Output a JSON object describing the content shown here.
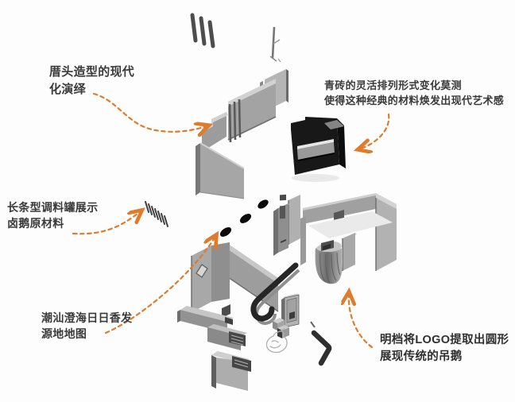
{
  "figure": {
    "type": "exploded-axonometric-diagram"
  },
  "labels": {
    "gable": {
      "line1": "厝头造型的现代",
      "line2": "化演绎"
    },
    "brick": {
      "line1": "青砖的灵活排列形式变化莫测",
      "line2": "使得这种经典的材料焕发出现代艺术感"
    },
    "jars": {
      "line1": "长条型调料罐展示",
      "line2": "卤鹅原材料"
    },
    "map": {
      "line1": "潮汕澄海日日香发",
      "line2": "源地地图"
    },
    "kitchen": {
      "line1": "明档将LOGO提取出圆形",
      "line2": "展现传统的吊鹅"
    }
  },
  "colors": {
    "background": "#fdfdfd",
    "arrow": "#e07b2c",
    "text": "#3a3a3a",
    "wall_light": "#cfcfcf",
    "wall_mid": "#a0a0a0",
    "wall_dark": "#707070",
    "black_element": "#1b1b1b"
  },
  "model_parts": [
    "gable-tile-strokes",
    "flag-pole",
    "gable-wall-assembly",
    "grey-brick-display-box",
    "spice-jar-strokes",
    "route-dots",
    "left-corner-wall-with-window",
    "corridor-wall",
    "center-cabinet-wall",
    "right-room-walls",
    "curved-logo-counter",
    "j-shaped-counter",
    "menu-panel",
    "step-blocks",
    "goose-sketch",
    "bent-rod",
    "stepped-bench-wall"
  ]
}
